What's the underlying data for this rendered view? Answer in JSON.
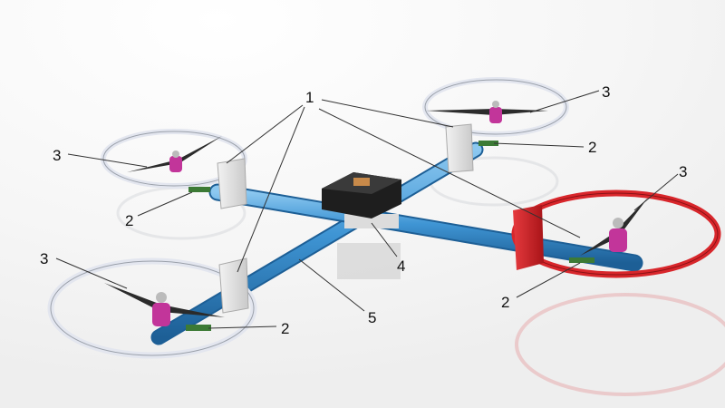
{
  "figure": {
    "labels": {
      "frame_clamp": "1",
      "esc_board": "2",
      "propeller": "3",
      "central_hub": "4",
      "arm_tube": "5"
    }
  },
  "colors": {
    "background": "#ffffff",
    "arm_tube": "#3f95d4",
    "guard_ring": "#e3e6ef",
    "front_guard_ring": "#d8262b",
    "motor": "#c2359a",
    "propeller": "#2b2b2b",
    "hub": "#262626",
    "clamp": "#d9d9d9",
    "esc_board": "#3c7a35"
  }
}
